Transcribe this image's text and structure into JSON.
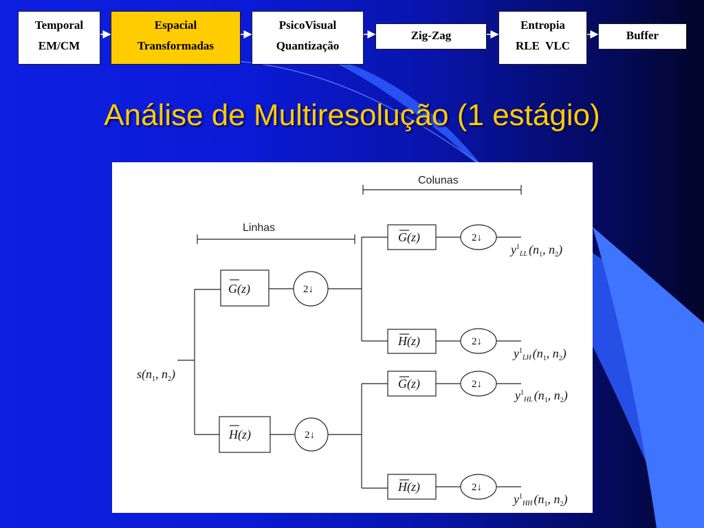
{
  "pipeline": {
    "steps": [
      {
        "line1": "Temporal",
        "line2": "EM/CM"
      },
      {
        "line1": "Espacial",
        "line2": "Transformadas"
      },
      {
        "line1": "PsicoVisual",
        "line2": "Quantização"
      },
      {
        "line1": "Zig-Zag",
        "line2": ""
      },
      {
        "line1": "Entropia",
        "line2": "RLE  VLC"
      },
      {
        "line1": "Buffer",
        "line2": ""
      }
    ],
    "active_step": 1
  },
  "title": "Análise de Multiresolução (1 estágio)",
  "diagram": {
    "label_linhas": "Linhas",
    "label_colunas": "Colunas",
    "input": {
      "s": "s",
      "args": "(n",
      "sub1": "1",
      "sep": ", n",
      "sub2": "2",
      "close": ")"
    },
    "stage1": {
      "g": "G(z)",
      "h": "H(z)"
    },
    "down_label": "2↓",
    "stage2": [
      "G(z)",
      "H(z)",
      "G(z)",
      "H(z)"
    ],
    "outputs": [
      {
        "y": "y",
        "sup": "1",
        "band": "LL",
        "args": "(n",
        "sub1": "1",
        "sep": ", n",
        "sub2": "2",
        "close": ")"
      },
      {
        "y": "y",
        "sup": "1",
        "band": "LH",
        "args": "(n",
        "sub1": "1",
        "sep": ", n",
        "sub2": "2",
        "close": ")"
      },
      {
        "y": "y",
        "sup": "1",
        "band": "HL",
        "args": "(n",
        "sub1": "1",
        "sep": ", n",
        "sub2": "2",
        "close": ")"
      },
      {
        "y": "y",
        "sup": "1",
        "band": "HH",
        "args": "(n",
        "sub1": "1",
        "sep": ", n",
        "sub2": "2",
        "close": ")"
      }
    ]
  },
  "colors": {
    "title": "#ffcc00",
    "active_step": "#ffcc00",
    "background": "#0d1fe0"
  }
}
